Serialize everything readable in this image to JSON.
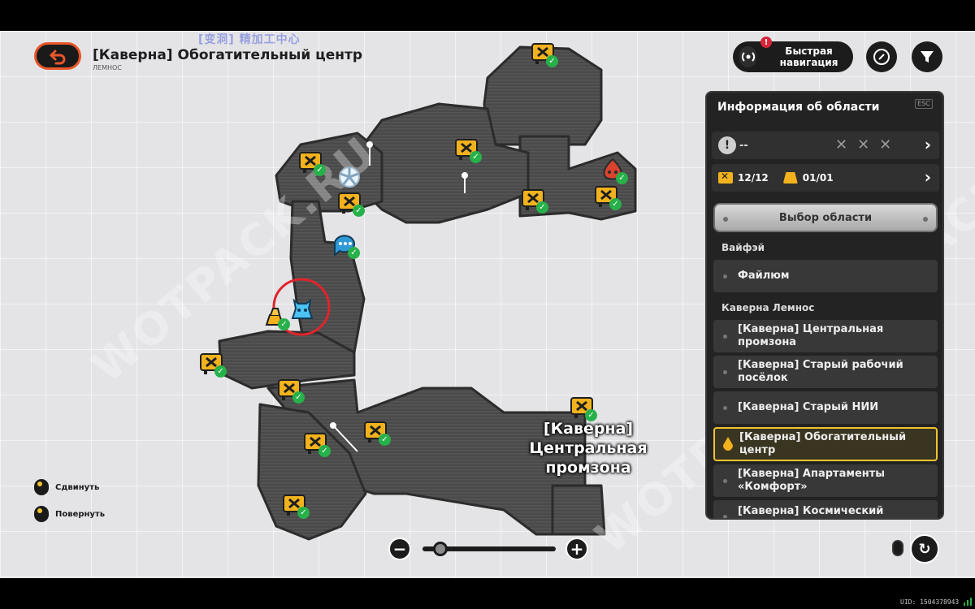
{
  "header": {
    "title": "[Каверна] Обогатительный центр",
    "subtitle": "ЛЕМНОС",
    "map_caption": "[变洞] 精加工中心",
    "quick_nav_label": "Быстрая навигация",
    "quick_nav_badge": "!",
    "icons": {
      "back": "back-arrow-icon",
      "quick_nav": "broadcast-icon",
      "compass": "compass-icon",
      "filter": "filter-funnel-icon"
    }
  },
  "panel": {
    "title": "Информация об области",
    "close_label": "ESC",
    "alert_value": "--",
    "chest_count": "12/12",
    "gold_count": "01/01",
    "region_select_label": "Выбор области",
    "groups": [
      {
        "label": "Вайфэй",
        "items": [
          {
            "label": "Файлюм",
            "active": false
          }
        ]
      },
      {
        "label": "Каверна Лемнос",
        "items": [
          {
            "label": "[Каверна] Центральная промзона",
            "active": false
          },
          {
            "label": "[Каверна] Старый рабочий посёлок",
            "active": false
          },
          {
            "label": "[Каверна] Старый НИИ",
            "active": false
          },
          {
            "label": "[Каверна] Обогатительный центр",
            "active": true
          },
          {
            "label": "[Каверна] Апартаменты «Комфорт»",
            "active": false
          },
          {
            "label": "[Каверна] Космический",
            "active": false
          }
        ]
      }
    ]
  },
  "map": {
    "region_label": "[Каверна] Центральная промзона",
    "markers": [
      {
        "type": "chest",
        "icon": "chest-icon",
        "collected": true
      },
      {
        "type": "chest",
        "icon": "chest-icon",
        "collected": true
      },
      {
        "type": "chest",
        "icon": "chest-icon",
        "collected": true
      },
      {
        "type": "chest",
        "icon": "chest-icon",
        "collected": true
      },
      {
        "type": "chest",
        "icon": "chest-icon",
        "collected": true
      },
      {
        "type": "chest",
        "icon": "chest-icon",
        "collected": true
      },
      {
        "type": "chest",
        "icon": "chest-icon",
        "collected": true
      },
      {
        "type": "chest",
        "icon": "chest-icon",
        "collected": true
      },
      {
        "type": "chest",
        "icon": "chest-icon",
        "collected": true
      },
      {
        "type": "chest",
        "icon": "chest-icon",
        "collected": true
      },
      {
        "type": "chest",
        "icon": "chest-icon",
        "collected": true
      },
      {
        "type": "chest",
        "icon": "chest-icon",
        "collected": true
      },
      {
        "type": "gold",
        "icon": "gold-ingot-icon",
        "collected": true
      },
      {
        "type": "npc",
        "icon": "speech-bubble-icon",
        "collected": true
      },
      {
        "type": "boss",
        "icon": "flame-creature-icon",
        "collected": true
      },
      {
        "type": "player",
        "icon": "player-creature-icon",
        "collected": false
      },
      {
        "type": "teleport",
        "icon": "fan-teleport-icon",
        "collected": false
      }
    ],
    "highlight_color": "#e0242b"
  },
  "controls": {
    "move_hint": "Сдвинуть",
    "rotate_hint": "Повернуть",
    "zoom_out": "−",
    "zoom_in": "+",
    "zoom_level": 0.1,
    "reset_icon": "reset-camera-icon",
    "mouse_icon": "mouse-icon"
  },
  "watermark": "WOTPACK.RU",
  "uid": "UID: 1504378943",
  "colors": {
    "accent": "#f2c32e",
    "back_button": "#e8562a",
    "chest": "#f2b21e",
    "check": "#27b14a"
  }
}
